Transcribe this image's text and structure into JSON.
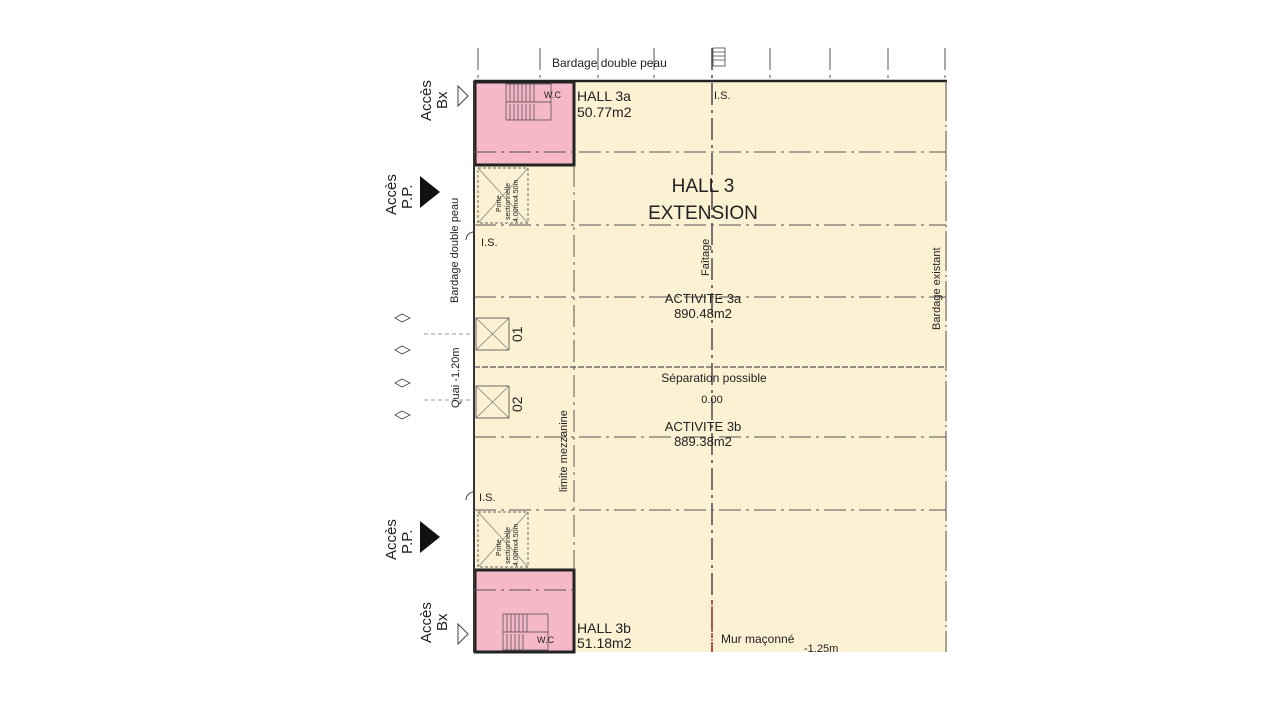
{
  "plan": {
    "top_label": "Bardage double peau",
    "left_label": "Bardage double peau",
    "right_label": "Bardage existant",
    "title_line1": "HALL 3",
    "title_line2": "EXTENSION",
    "hall_3a": {
      "name": "HALL 3a",
      "area": "50.77m2"
    },
    "hall_3b": {
      "name": "HALL 3b",
      "area": "51.18m2"
    },
    "activite_3a": {
      "name": "ACTIVITE 3a",
      "area": "890.48m2"
    },
    "activite_3b": {
      "name": "ACTIVITE 3b",
      "area": "889.38m2"
    },
    "separation": "Séparation possible",
    "level": "0.00",
    "faitage": "Faîtage",
    "limite_mezzanine": "limite mezzanine",
    "quai": "Quai -1.20m",
    "dock_01": "01",
    "dock_02": "02",
    "is_label": "I.S.",
    "wc": "W.C",
    "porte_line1": "Porte",
    "porte_line2": "sectionnelle",
    "porte_line3": "4.00mx4.50m",
    "mur": "Mur maçonné",
    "mur_level": "-1.25m",
    "acces_bx_1": "Accès",
    "acces_bx_2": "Bx",
    "acces_pp_1": "Accès",
    "acces_pp_2": "P.P."
  },
  "colors": {
    "floor": "#fcf1d3",
    "office": "#f5b8c8",
    "wall": "#222222"
  }
}
